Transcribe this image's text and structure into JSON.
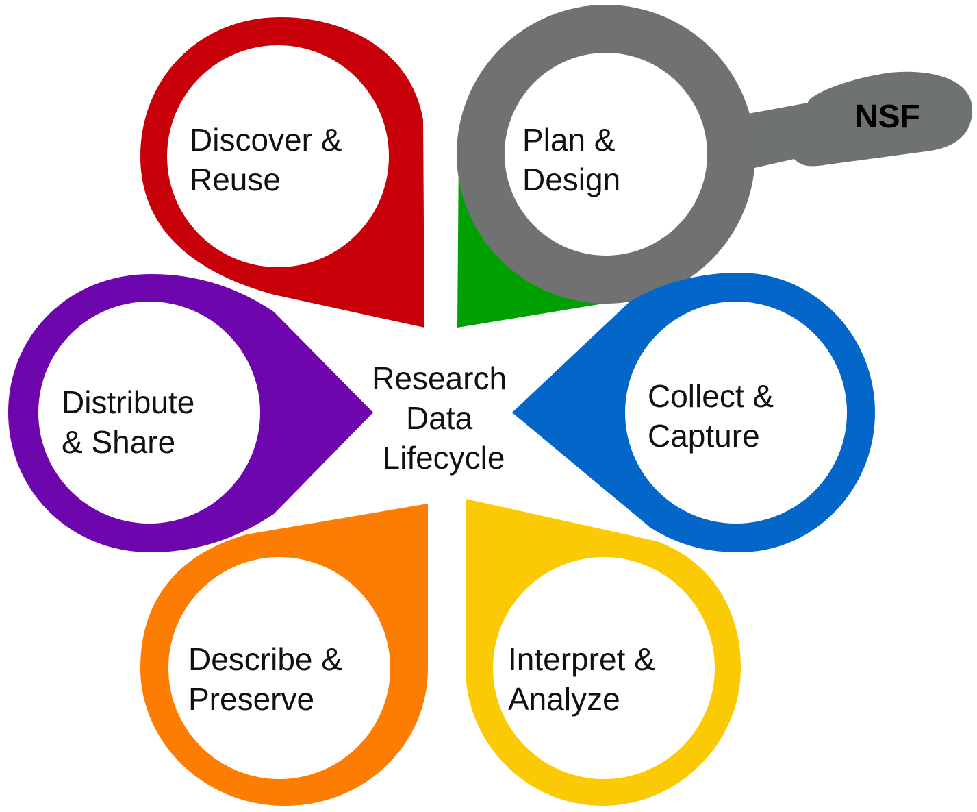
{
  "center": {
    "line1": "Research",
    "line2": "Data",
    "line3": "Lifecycle"
  },
  "nsf": {
    "label": "NSF"
  },
  "stages": {
    "discover": {
      "line1": "Discover &",
      "line2": "Reuse",
      "color": "#c8000a"
    },
    "plan": {
      "line1": "Plan &",
      "line2": "Design",
      "color": "#707272",
      "pointer_color": "#00a000"
    },
    "collect": {
      "line1": "Collect &",
      "line2": "Capture",
      "color": "#0466c8"
    },
    "interpret": {
      "line1": "Interpret &",
      "line2": "Analyze",
      "color": "#fcca04"
    },
    "describe": {
      "line1": "Describe &",
      "line2": "Preserve",
      "color": "#fd7c02"
    },
    "distribute": {
      "line1": "Distribute",
      "line2": "& Share",
      "color": "#6d06ac"
    }
  }
}
